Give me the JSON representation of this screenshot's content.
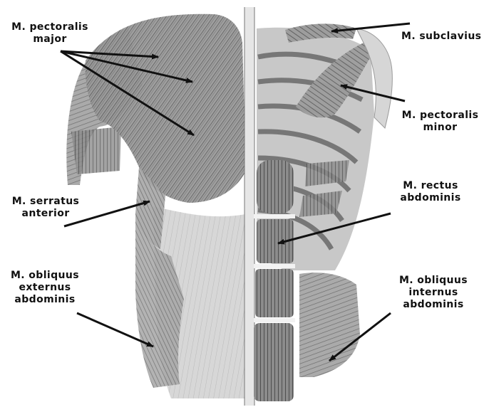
{
  "labels": {
    "pectoralis_major": [
      "M. pectoralis",
      "major"
    ],
    "subclavius": [
      "M. subclavius"
    ],
    "pectoralis_minor": [
      "M. pectoralis",
      "minor"
    ],
    "serratus_anterior": [
      "M. serratus",
      "anterior"
    ],
    "rectus_abdominis": [
      "M. rectus",
      "abdominis"
    ],
    "obliquus_externus": [
      "M. obliquus",
      "externus",
      "abdominis"
    ],
    "obliquus_internus": [
      "M. obliquus",
      "internus",
      "abdominis"
    ]
  },
  "colors": {
    "label_text": "#111111",
    "arrow": "#111111",
    "muscle_dark": "#4f4f4f",
    "muscle_mid": "#8a8a8a",
    "muscle_light": "#c4c4c4"
  }
}
